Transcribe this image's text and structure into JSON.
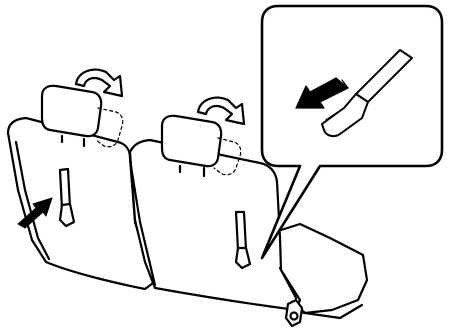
{
  "figure": {
    "subject": "rear-seat-assembly",
    "colors": {
      "line": "#000000",
      "fill": "#ffffff",
      "arrow": "#000000"
    }
  },
  "elements": {
    "headrests": [
      "left-headrest",
      "right-headrest"
    ],
    "seatbacks": [
      "left-seatback",
      "right-seatback"
    ],
    "straps": [
      "left-release-strap",
      "right-release-strap"
    ],
    "rotation_arrows": [
      "left-rotate-arrow",
      "right-rotate-arrow"
    ],
    "pointer_arrow": "strap-pointer-arrow",
    "callout": {
      "shape": "rounded-rectangle",
      "contents": [
        "pull-direction-arrow",
        "release-strap-closeup"
      ]
    }
  }
}
